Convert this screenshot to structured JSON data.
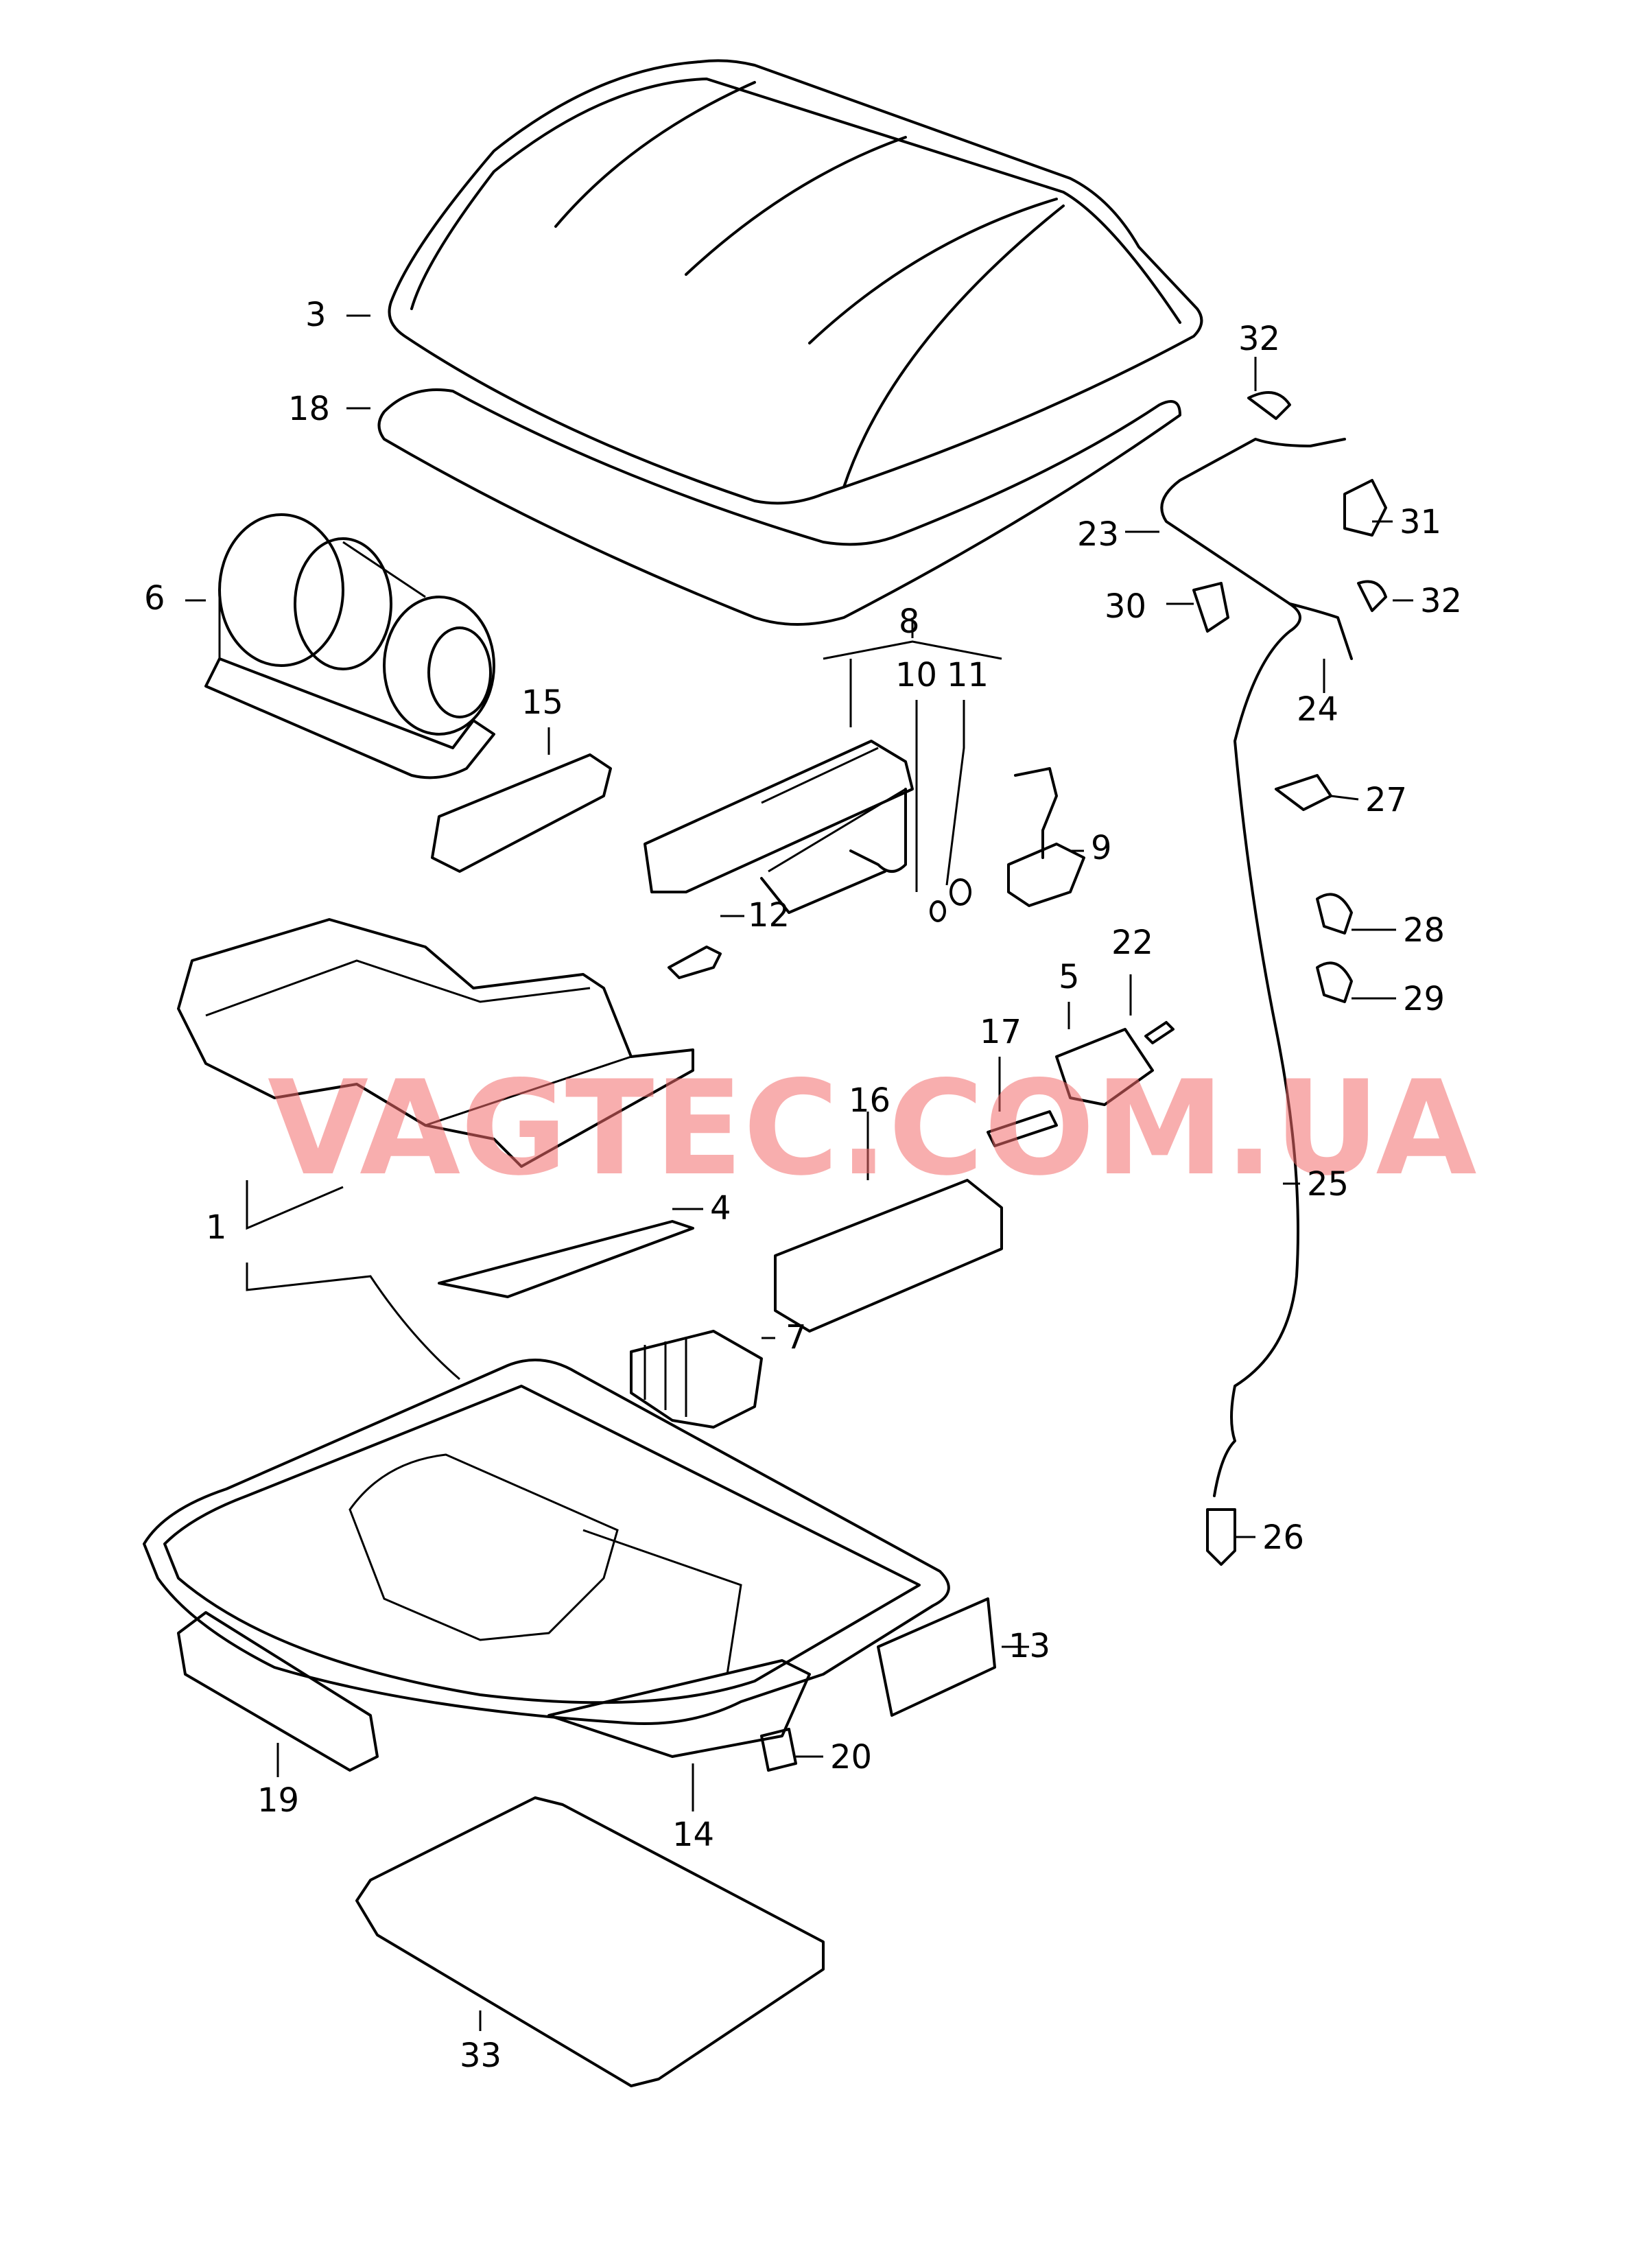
{
  "watermark": "VAGTEC.COM.UA",
  "callouts": {
    "c1": "1",
    "c3": "3",
    "c4": "4",
    "c5": "5",
    "c6": "6",
    "c7": "7",
    "c8": "8",
    "c9": "9",
    "c10": "10",
    "c11": "11",
    "c12": "12",
    "c13": "13",
    "c14": "14",
    "c15": "15",
    "c16": "16",
    "c17": "17",
    "c18": "18",
    "c19": "19",
    "c20": "20",
    "c22": "22",
    "c23": "23",
    "c24": "24",
    "c25": "25",
    "c26": "26",
    "c27": "27",
    "c28": "28",
    "c29": "29",
    "c30": "30",
    "c31": "31",
    "c32a": "32",
    "c32b": "32",
    "c33": "33"
  }
}
